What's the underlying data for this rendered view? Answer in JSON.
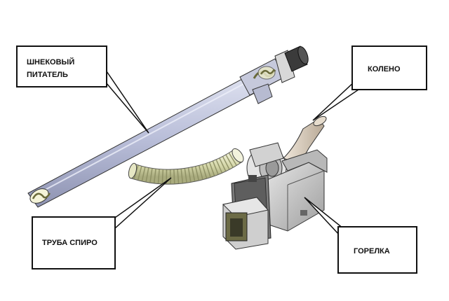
{
  "labels": {
    "auger_line1": "ШНЕКОВЫЙ",
    "auger_line2": "ПИТАТЕЛЬ",
    "elbow": "КОЛЕНО",
    "spiral_pipe": "ТРУБА СПИРО",
    "burner": "ГОРЕЛКА"
  },
  "colors": {
    "auger_tube": "#b8bdd8",
    "flex_pipe": "#d4d6a8",
    "elbow": "#d6c9b8",
    "burner_body": "#c9c9c9",
    "outline": "#222222"
  }
}
